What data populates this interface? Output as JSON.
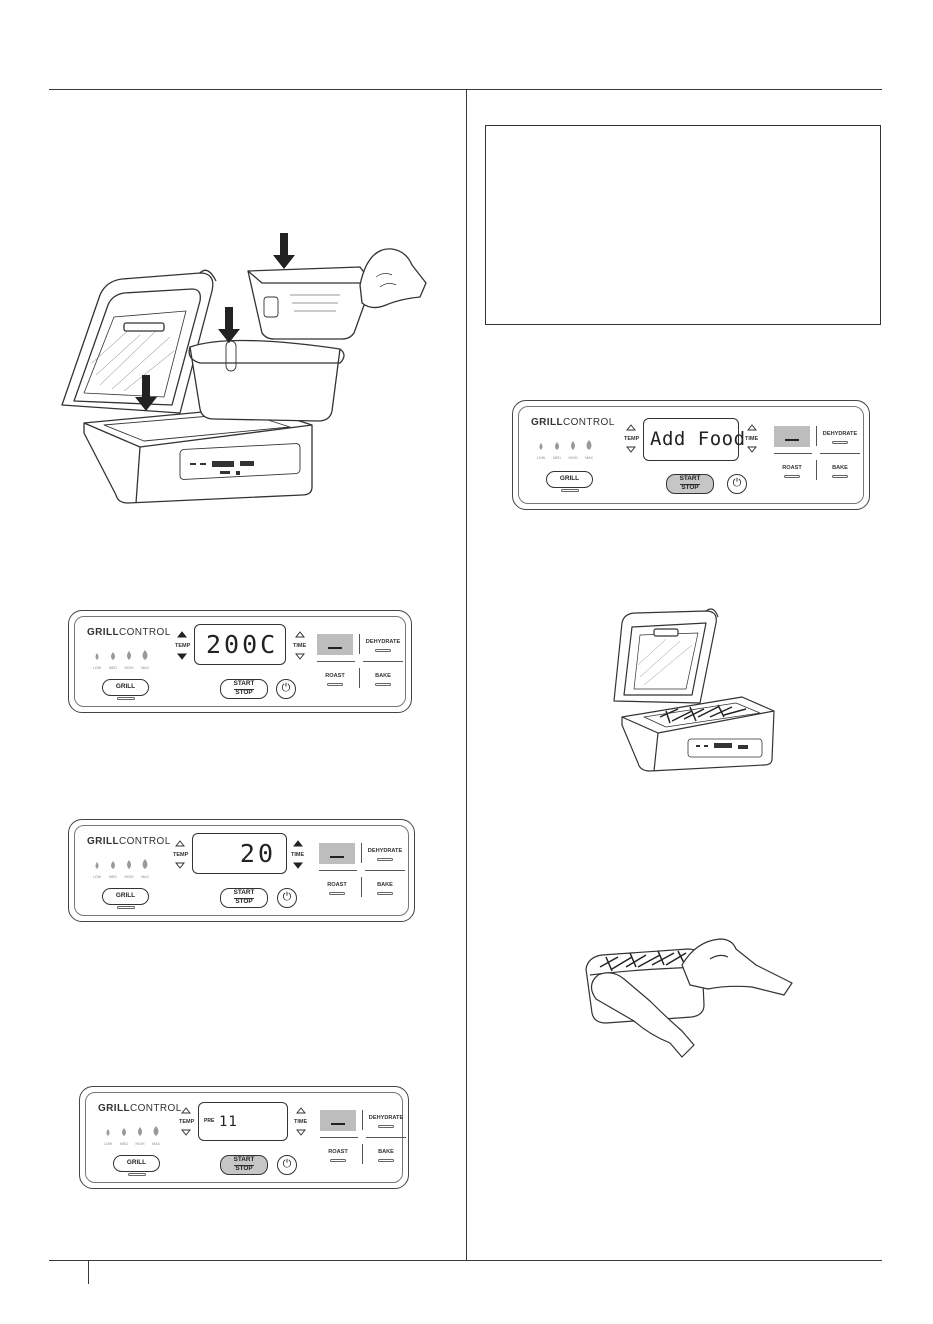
{
  "panel": {
    "brand_bold": "GRILL",
    "brand_rest": "CONTROL",
    "flame_labels": [
      "LOW",
      "MED",
      "HIGH",
      "MAX"
    ],
    "temp_label": "TEMP",
    "time_label": "TIME",
    "grill_label": "GRILL",
    "start_label": "START",
    "stop_label": "STOP",
    "power_glyph": "⏻",
    "dehydrate_label": "DEHYDRATE",
    "roast_label": "ROAST",
    "bake_label": "BAKE",
    "pre_label": "PRE"
  },
  "displays": {
    "add_food": "Add Food",
    "temp_value": "200C",
    "time_value": "20",
    "preheat_value": "11"
  }
}
